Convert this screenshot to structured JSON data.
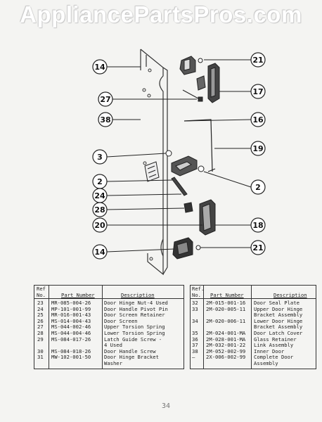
{
  "watermark": "AppliancePartsPros.com",
  "callouts": [
    "14",
    "21",
    "27",
    "17",
    "38",
    "16",
    "19",
    "3",
    "2",
    "2",
    "24",
    "28",
    "20",
    "18",
    "14",
    "21"
  ],
  "left_table": {
    "headers": {
      "ref_top": "Ref",
      "ref_bottom": "No.",
      "part": "Part Number",
      "desc": "Description"
    },
    "rows": [
      {
        "ref": "23",
        "part": "MR-085-004-26",
        "desc": "Door Hinge Nut-4 Used"
      },
      {
        "ref": "24",
        "part": "MP-101-001-99",
        "desc": "Door Handle Pivot Pin"
      },
      {
        "ref": "25",
        "part": "MR-016-001-43",
        "desc": "Door Screen Retainer"
      },
      {
        "ref": "26",
        "part": "MS-014-004-43",
        "desc": "Door Screen"
      },
      {
        "ref": "27",
        "part": "MS-044-002-46",
        "desc": "Upper Torsion Spring"
      },
      {
        "ref": "28",
        "part": "MS-044-004-46",
        "desc": "Lower Torsion Spring"
      },
      {
        "ref": "29",
        "part": "MS-084-017-26",
        "desc": "Latch Guide Screw -"
      },
      {
        "ref": "",
        "part": "",
        "desc": "4 Used"
      },
      {
        "ref": "30",
        "part": "MS-084-018-26",
        "desc": "Door Handle Screw"
      },
      {
        "ref": "31",
        "part": "MW-102-001-50",
        "desc": "Door Hinge Bracket"
      },
      {
        "ref": "",
        "part": "",
        "desc": "Washer"
      }
    ]
  },
  "right_table": {
    "headers": {
      "ref_top": "Ref.",
      "ref_bottom": "No.",
      "part": "Part Number",
      "desc": "Description"
    },
    "rows": [
      {
        "ref": "32",
        "part": "2M-015-001-16",
        "desc": "Door Seal Plate"
      },
      {
        "ref": "33",
        "part": "2M-020-005-11",
        "desc": "Upper Door Hinge"
      },
      {
        "ref": "",
        "part": "",
        "desc": "Bracket Assembly"
      },
      {
        "ref": "34",
        "part": "2M-020-006-11",
        "desc": "Lower Door Hinge"
      },
      {
        "ref": "",
        "part": "",
        "desc": "Bracket Assembly"
      },
      {
        "ref": "35",
        "part": "2M-024-001-MA",
        "desc": "Door Latch Cover"
      },
      {
        "ref": "36",
        "part": "2M-028-001-MA",
        "desc": "Glass Retainer"
      },
      {
        "ref": "37",
        "part": "2M-032-001-22",
        "desc": "Link Assembly"
      },
      {
        "ref": "38",
        "part": "2M-052-002-99",
        "desc": "Inner Door"
      },
      {
        "ref": "—",
        "part": "2X-006-002-99",
        "desc": "Complete Door"
      },
      {
        "ref": "",
        "part": "",
        "desc": "Assembly"
      }
    ]
  },
  "page_number": "34"
}
